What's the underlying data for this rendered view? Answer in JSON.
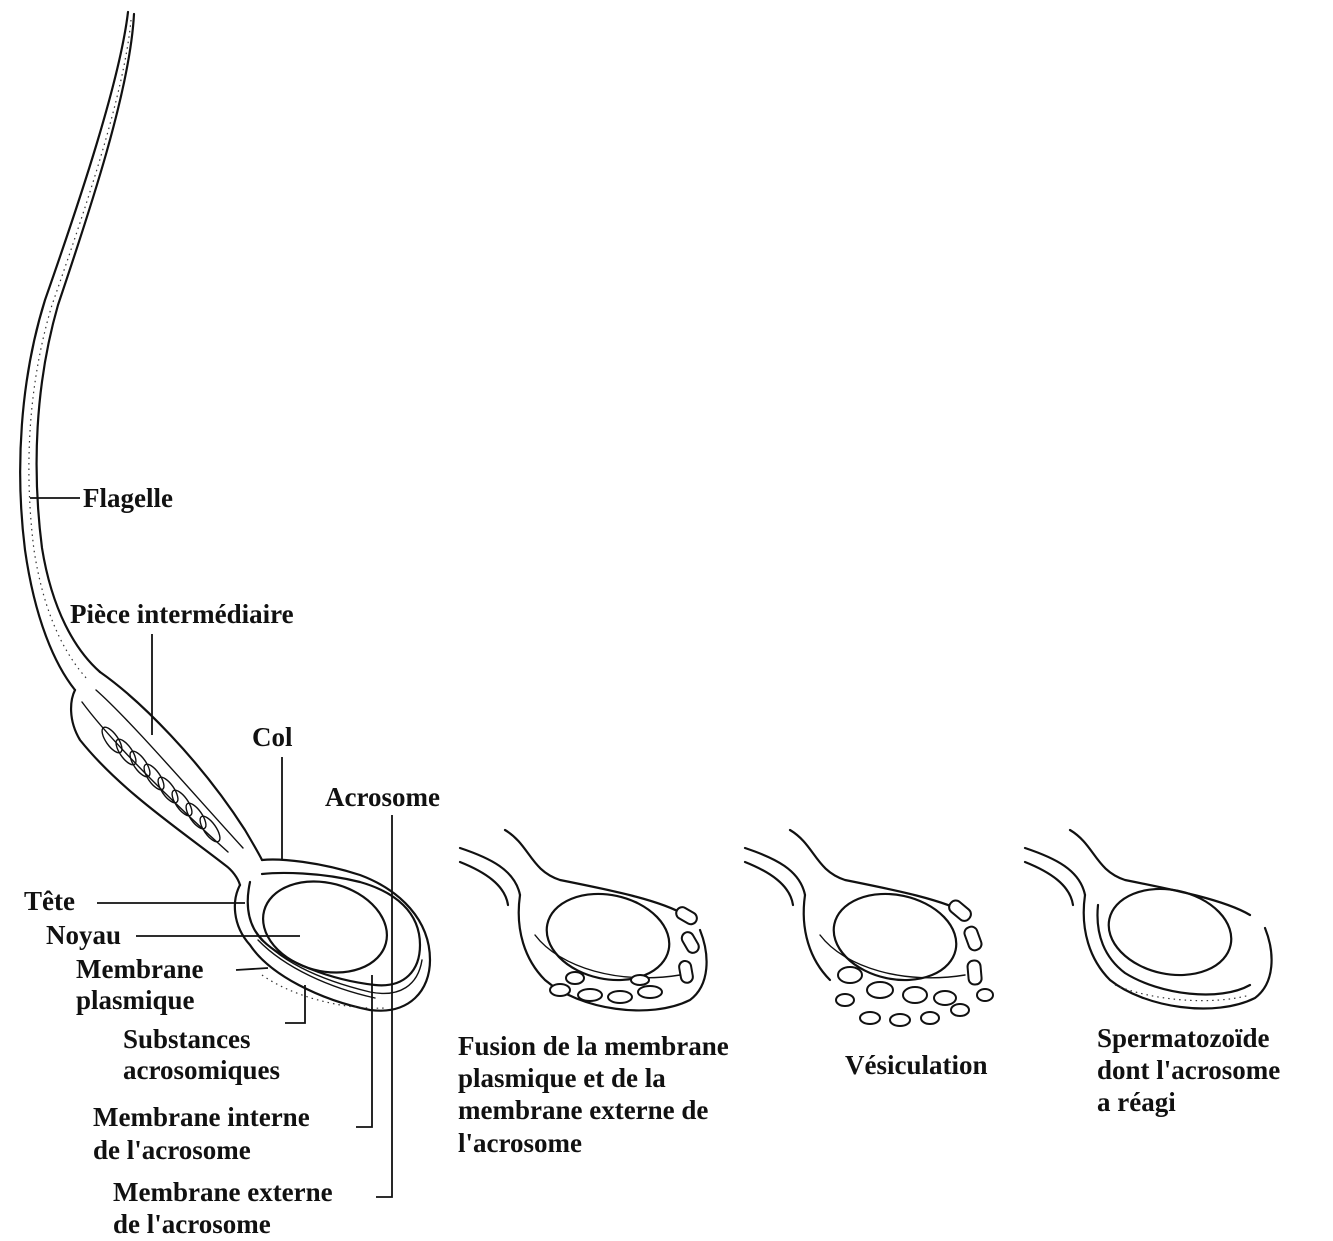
{
  "labels": {
    "flagelle": "Flagelle",
    "piece_intermediaire": "Pièce intermédiaire",
    "col": "Col",
    "acrosome": "Acrosome",
    "tete": "Tête",
    "noyau": "Noyau",
    "membrane_plasmique": [
      "Membrane",
      "plasmique"
    ],
    "substances_acrosomiques": [
      "Substances",
      "acrosomiques"
    ],
    "membrane_interne": [
      "Membrane interne",
      "de l'acrosome"
    ],
    "membrane_externe": [
      "Membrane externe",
      "de l'acrosome"
    ]
  },
  "stages": {
    "fusion": [
      "Fusion de la membrane",
      "plasmique et de la",
      "membrane externe de",
      "l'acrosome"
    ],
    "vesiculation": [
      "Vésiculation"
    ],
    "reagi": [
      "Spermatozoïde",
      "dont l'acrosome",
      "a réagi"
    ]
  },
  "colors": {
    "ink": "#111111",
    "background": "#ffffff"
  }
}
